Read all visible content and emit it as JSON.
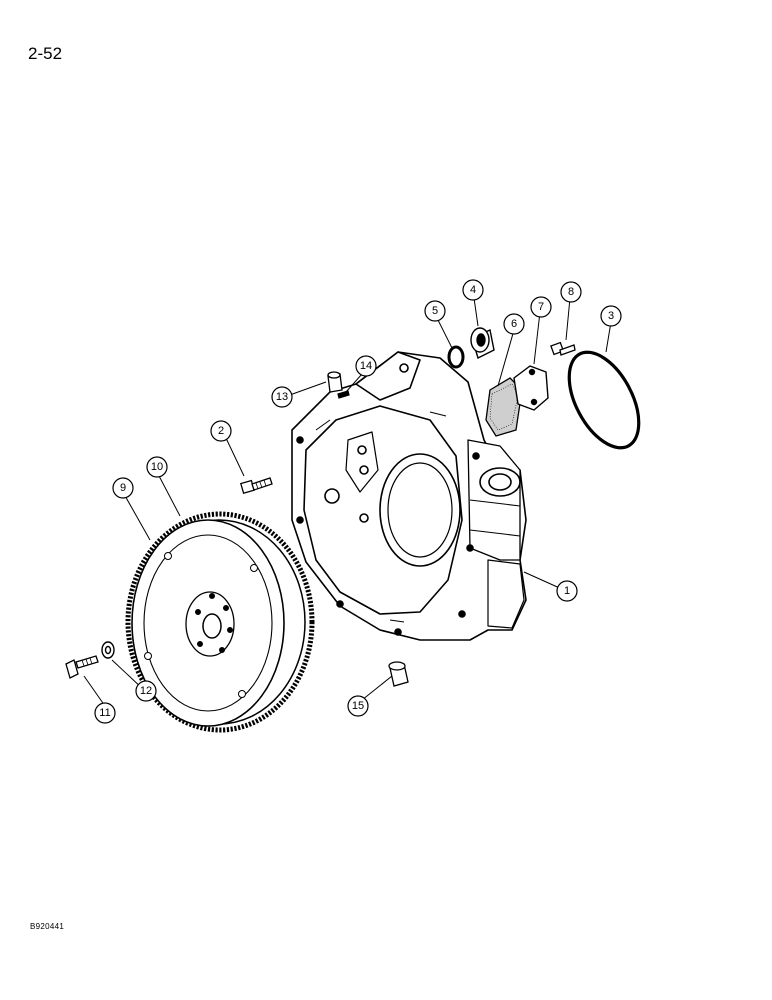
{
  "page": {
    "page_number": "2-52",
    "figure_code": "B920441"
  },
  "callouts": [
    "1",
    "2",
    "3",
    "4",
    "5",
    "6",
    "7",
    "8",
    "9",
    "10",
    "11",
    "12",
    "13",
    "14",
    "15"
  ]
}
